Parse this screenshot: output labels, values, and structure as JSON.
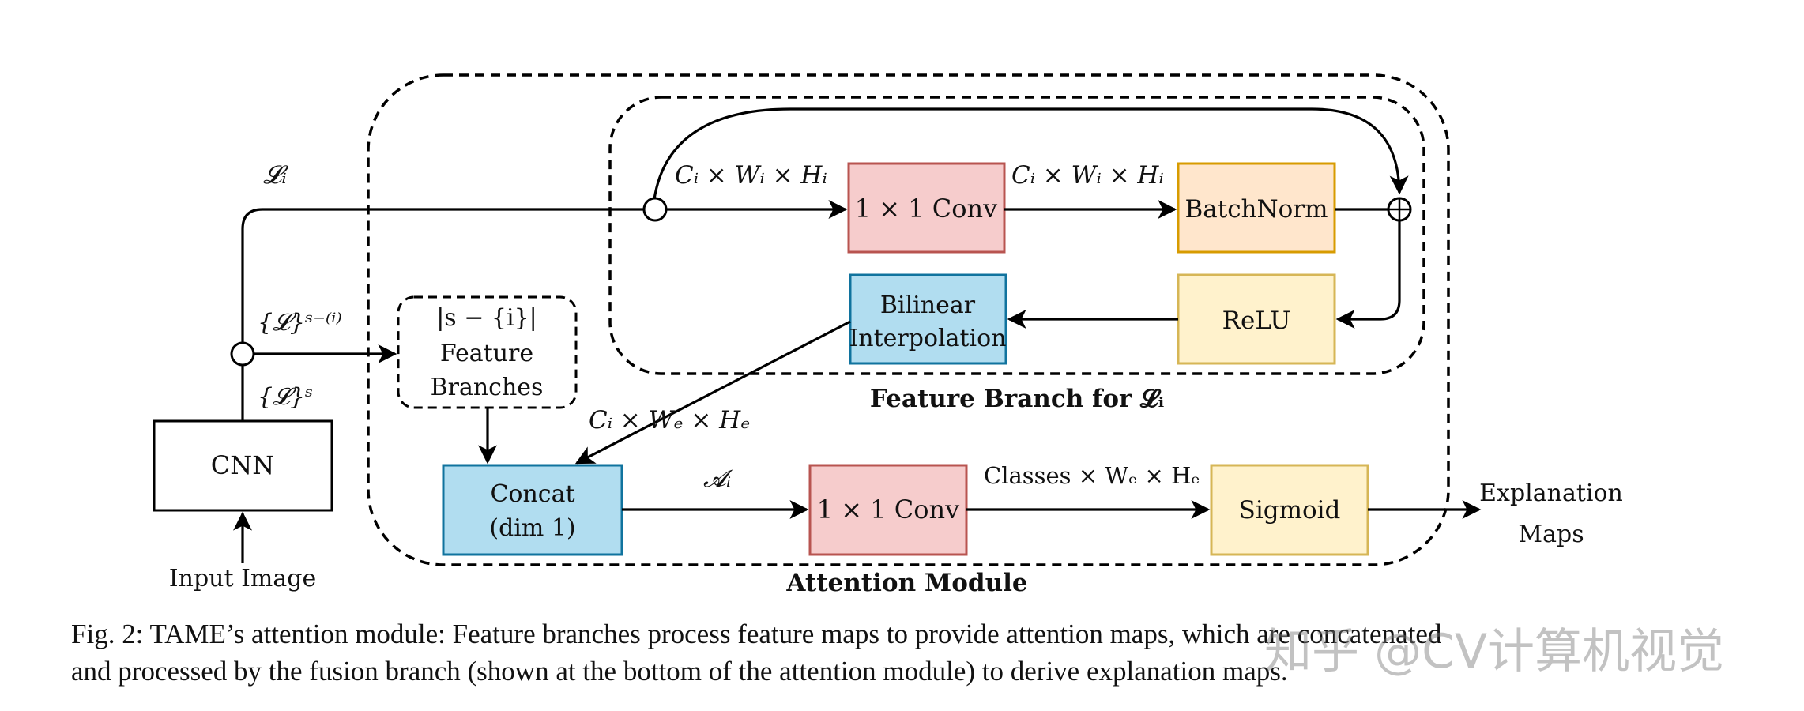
{
  "containers": {
    "attention_module": "Attention Module",
    "feature_branch": "Feature Branch for 𝓛ᵢ"
  },
  "boxes": {
    "cnn": "CNN",
    "conv_top": "1 × 1 Conv",
    "batchnorm": "BatchNorm",
    "relu": "ReLU",
    "bilinear": [
      "Bilinear",
      "Interpolation"
    ],
    "feature_branches": [
      "|s − {i}|",
      "Feature",
      "Branches"
    ],
    "concat": [
      "Concat",
      "(dim 1)"
    ],
    "conv_bottom": "1 × 1 Conv",
    "sigmoid": "Sigmoid"
  },
  "labels": {
    "input_image": "Input Image",
    "explanation_maps": [
      "Explanation",
      "Maps"
    ],
    "L_i": "𝓛ᵢ",
    "L_s_minus_i": "{𝓛}ˢ⁻⁽ⁱ⁾",
    "L_s": "{𝓛}ˢ",
    "dims_top_left": "Cᵢ × Wᵢ × Hᵢ",
    "dims_top_right": "Cᵢ × Wᵢ × Hᵢ",
    "dims_e": "Cᵢ × Wₑ × Hₑ",
    "A_i": "𝓐ᵢ",
    "classes_dims": "Classes × Wₑ × Hₑ"
  },
  "caption": {
    "line1": "Fig. 2: TAME’s attention module: Feature branches process feature maps to provide attention maps, which are concatenated",
    "line2": "and processed by the fusion branch (shown at the bottom of the attention module) to derive explanation maps."
  },
  "watermark": "知乎 @CV计算机视觉",
  "colors": {
    "conv_fill": "#f6cccc",
    "conv_stroke": "#b85450",
    "batchnorm_fill": "#ffe6cc",
    "batchnorm_stroke": "#d79b00",
    "relu_fill": "#fff2cc",
    "relu_stroke": "#d6b656",
    "blue_fill": "#b1ddf0",
    "blue_stroke": "#10739e",
    "line": "#000000"
  }
}
